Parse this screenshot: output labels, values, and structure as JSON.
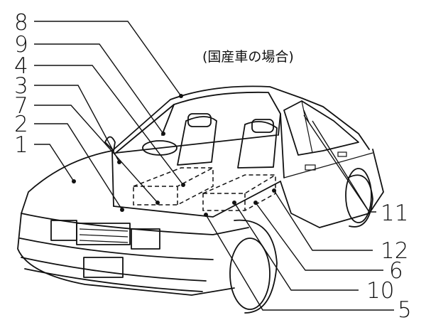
{
  "caption": "(国産車の場合)",
  "labels": [
    "8",
    "9",
    "4",
    "3",
    "7",
    "2",
    "1",
    "11",
    "12",
    "6",
    "10",
    "5"
  ]
}
